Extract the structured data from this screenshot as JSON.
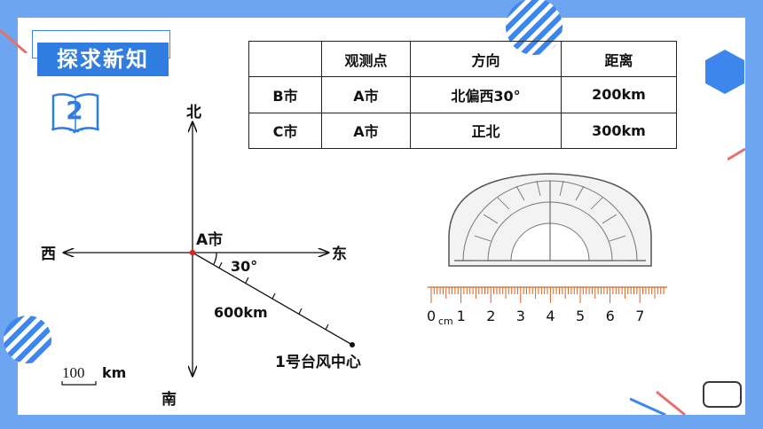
{
  "header": {
    "title": "探求新知"
  },
  "section_number": "2",
  "table": {
    "headers": [
      "",
      "观测点",
      "方向",
      "距离"
    ],
    "rows": [
      {
        "city": "B市",
        "point": "A市",
        "direction": "北偏西30°",
        "distance": "200km"
      },
      {
        "city": "C市",
        "point": "A市",
        "direction": "正北",
        "distance": "300km"
      }
    ]
  },
  "compass": {
    "north": "北",
    "south": "南",
    "east": "东",
    "west": "西",
    "origin_label": "A市",
    "angle_label": "30°",
    "distance_label": "600km",
    "target_label": "1号台风中心",
    "scale_value": "100",
    "scale_unit": "km"
  },
  "ruler": {
    "unit": "cm",
    "labels": [
      "0",
      "1",
      "2",
      "3",
      "4",
      "5",
      "6",
      "7"
    ]
  },
  "colors": {
    "accent": "#2f7de1",
    "frame": "#6ea5f0",
    "origin": "#e02020",
    "ruler": "#d9641e"
  }
}
